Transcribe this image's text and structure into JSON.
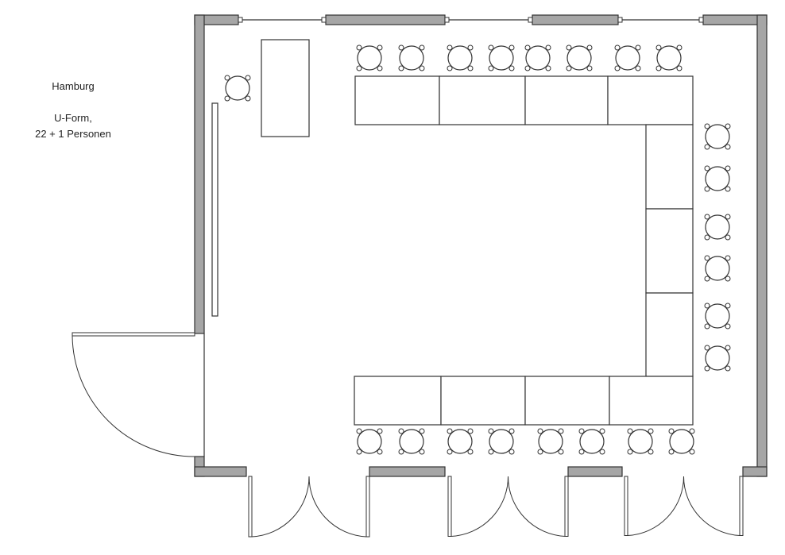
{
  "room": {
    "name": "Hamburg",
    "layout": "U-Form,",
    "capacity": "22 + 1 Personen"
  },
  "colors": {
    "wall": "#a6a6a6",
    "stroke": "#333333"
  }
}
